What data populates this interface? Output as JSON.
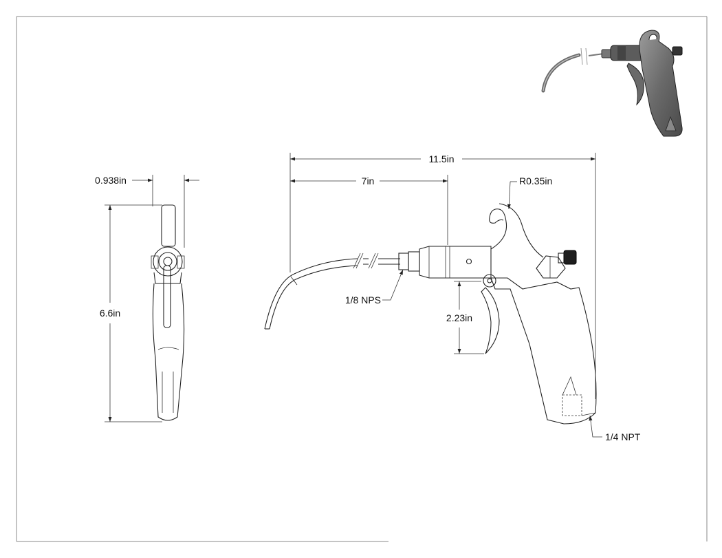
{
  "drawing": {
    "dimensions": {
      "overall_length": "11.5in",
      "barrel_length": "7in",
      "hook_radius": "R0.35in",
      "side_width": "0.938in",
      "height": "6.6in",
      "trigger_height": "2.23in"
    },
    "callouts": {
      "nozzle_thread": "1/8 NPS",
      "inlet_thread": "1/4 NPT"
    }
  },
  "colors": {
    "line": "#222222",
    "shade_dark": "#555555",
    "shade_light": "#b5b5b5"
  }
}
